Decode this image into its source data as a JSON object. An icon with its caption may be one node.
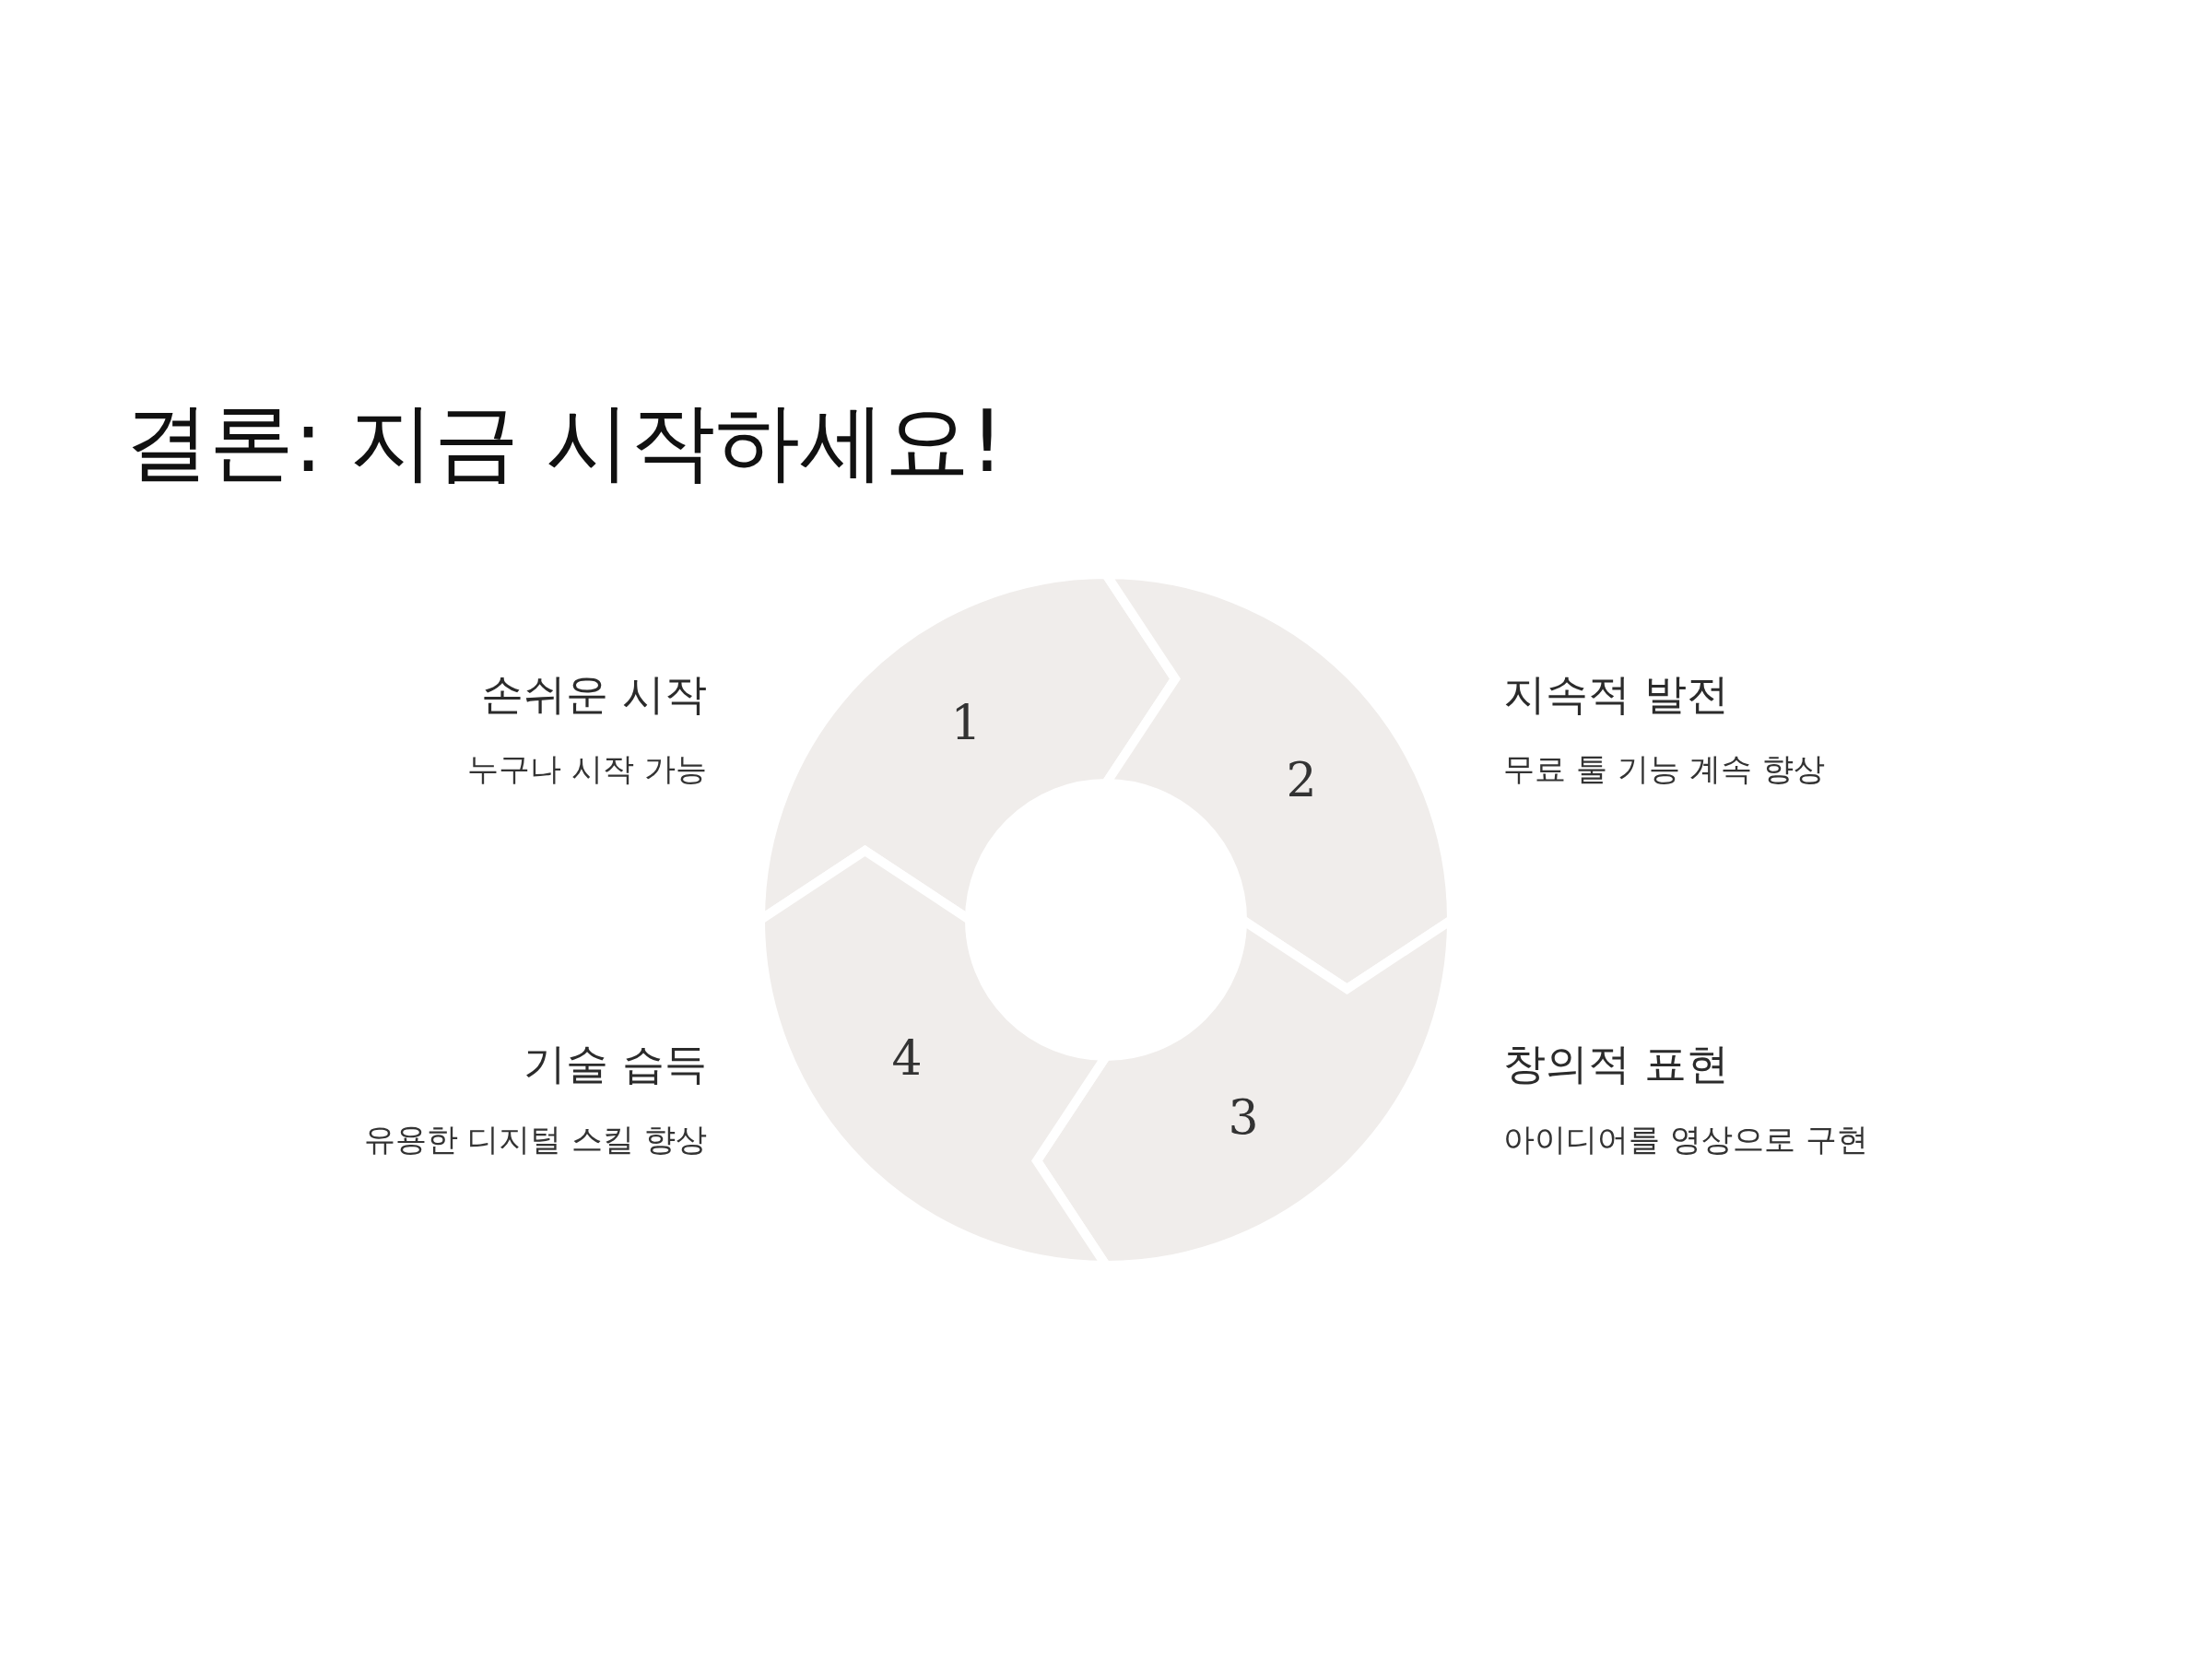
{
  "diagram": {
    "title": "결론: 지금 시작하세요!",
    "nodes": [
      {
        "text": [
          "1"
        ],
        "beside": [
          "손쉬운 시작",
          "누구나 시작 가능"
        ]
      },
      {
        "text": [
          "2"
        ],
        "beside": [
          "지속적 발전",
          "무료 툴 기능 계속 향상"
        ]
      },
      {
        "text": [
          "3"
        ],
        "beside": [
          "창의적 표현",
          "아이디어를 영상으로 구현"
        ]
      },
      {
        "text": [
          "4"
        ],
        "beside": [
          "기술 습득",
          "유용한 디지털 스킬 향상"
        ]
      }
    ],
    "edges": []
  }
}
